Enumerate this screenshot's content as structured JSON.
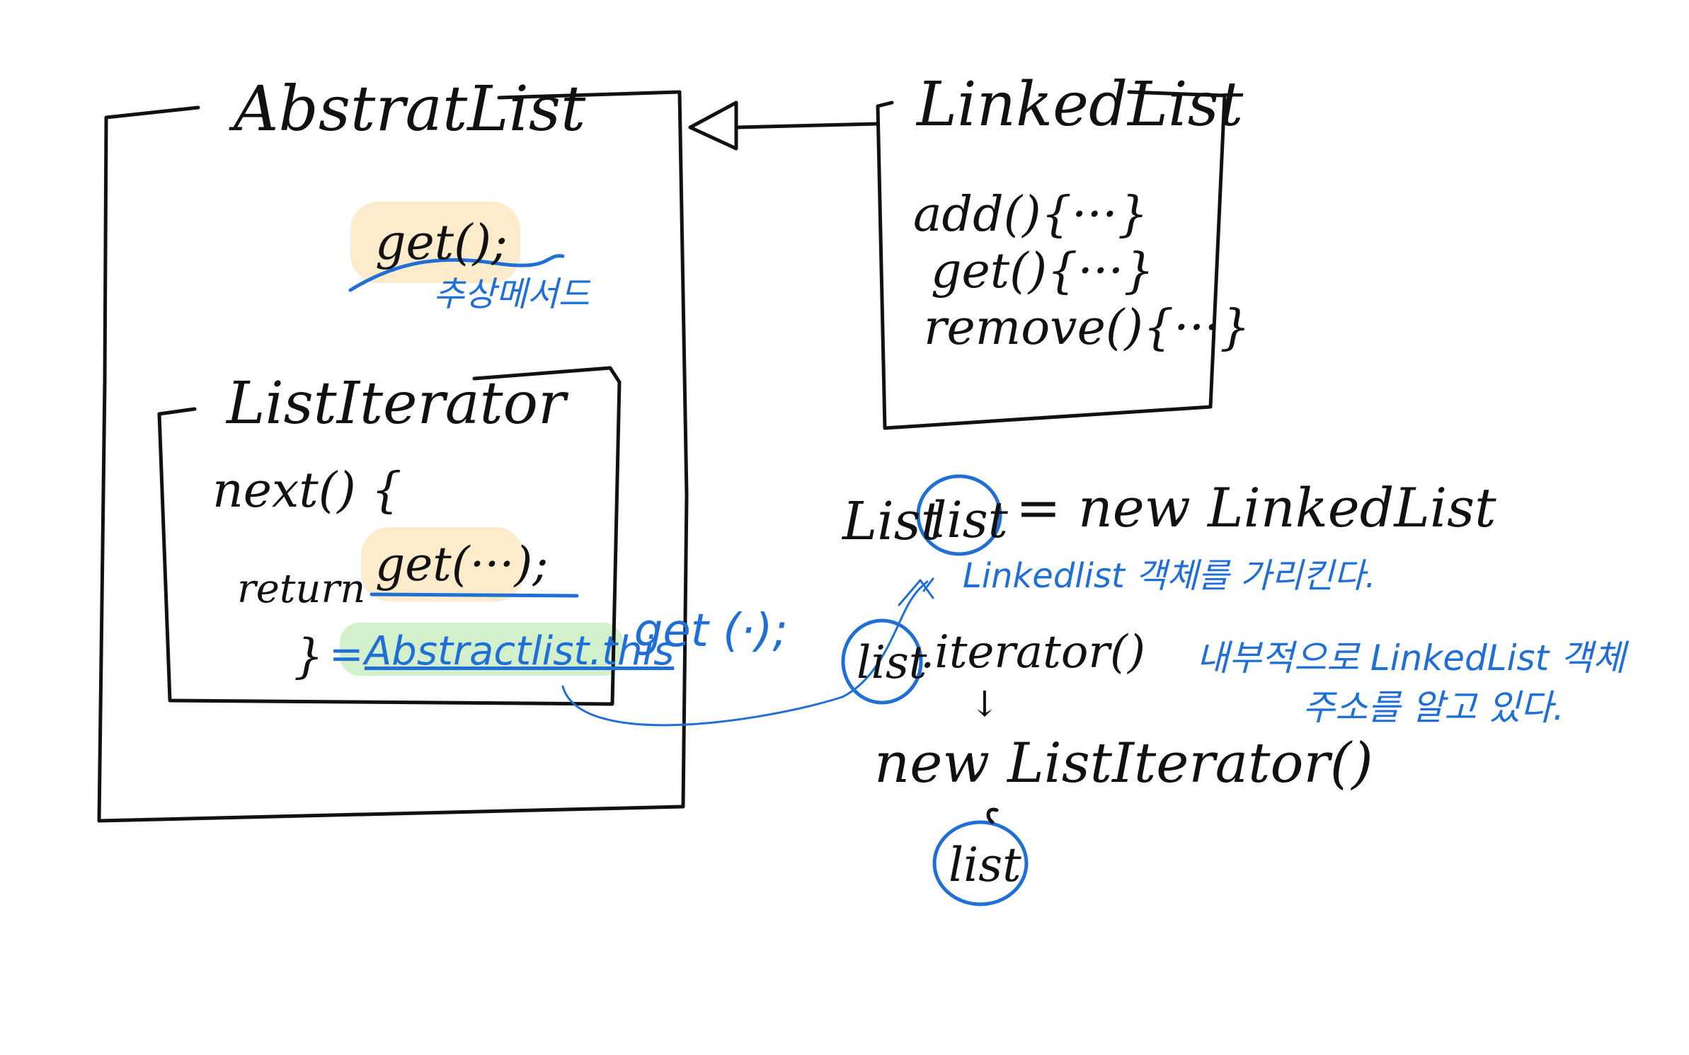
{
  "colors": {
    "ink": "#111111",
    "annotation": "#1f6fd6",
    "highlight_yellow": "#fbe9c2",
    "highlight_green": "#cdeec6"
  },
  "abstract_list": {
    "title": "AbstratList",
    "abstract_method": "get();",
    "abstract_method_note": "추상메서드",
    "inner_class": {
      "title": "ListIterator",
      "next_line": "next() {",
      "return_kw": "return",
      "return_call": "get(···);",
      "closing": "}",
      "resolved_prefix": "=",
      "resolved_target": "Abstractlist.this",
      "resolved_suffix": ". get (·);"
    }
  },
  "linked_list": {
    "title": "LinkedList",
    "methods": [
      "add(){···}",
      "get(){···}",
      "remove(){···}"
    ]
  },
  "right_side": {
    "decl_type": "List",
    "decl_var": "list",
    "decl_rest": "= new LinkedList",
    "decl_note": "Linkedlist 객체를 가리킨다.",
    "call_target": "list",
    "call_method": ".iterator()",
    "arrow_down": "↓",
    "new_iterator": "new ListIterator()",
    "new_iterator_holds": "list",
    "inner_note_line1": "내부적으로 LinkedList 객체",
    "inner_note_line2": "주소를 알고 있다."
  }
}
